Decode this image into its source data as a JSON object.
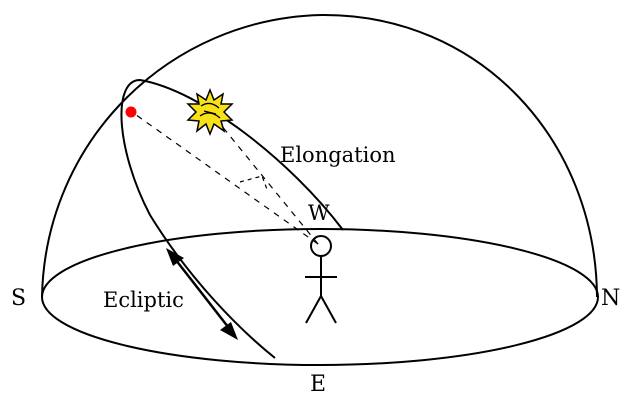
{
  "labels": {
    "south": "S",
    "north": "N",
    "east": "E",
    "west": "W",
    "ecliptic": "Ecliptic",
    "elongation": "Elongation"
  },
  "colors": {
    "line": "#000000",
    "sun_fill": "#f7e21a",
    "planet": "#ff0000",
    "background": "#ffffff"
  },
  "icons": {
    "sun": "sun-icon",
    "planet": "planet-dot-icon",
    "observer": "stick-figure-icon"
  }
}
